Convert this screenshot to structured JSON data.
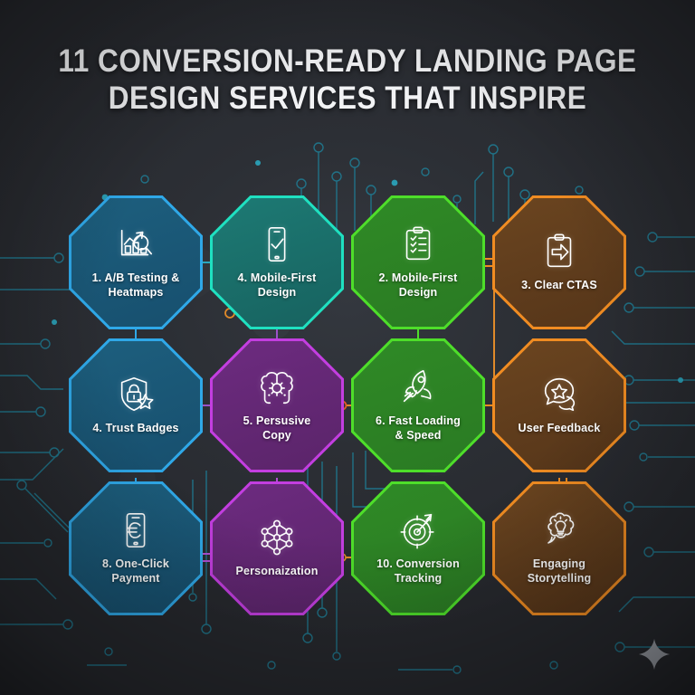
{
  "title": {
    "line1": "11 Conversion-Ready Landing Page",
    "line2": "Design Services That Inspire"
  },
  "theme": {
    "background": "#2c2f35",
    "title_color": "#f2f3f5",
    "circuit_teal": "#1f7e96",
    "circuit_cyan": "#2aa7bf",
    "accent_orange": "#e08a2a"
  },
  "palette": {
    "blue": {
      "border": "#2fa8e8",
      "fill_top": "#1d5f7e",
      "fill_bottom": "#174f6e",
      "glow": "#2fa8e8"
    },
    "teal": {
      "border": "#1fe0c0",
      "fill_top": "#1d7a74",
      "fill_bottom": "#17625f",
      "glow": "#1fe0c0"
    },
    "green": {
      "border": "#4ede2a",
      "fill_top": "#2f8a26",
      "fill_bottom": "#2a7a23",
      "glow": "#4ede2a"
    },
    "orange": {
      "border": "#f08c22",
      "fill_top": "#6b4520",
      "fill_bottom": "#553519",
      "glow": "#f08c22"
    },
    "purple": {
      "border": "#c33ee0",
      "fill_top": "#6d2b80",
      "fill_bottom": "#5a2469",
      "glow": "#c33ee0"
    }
  },
  "nodes": [
    {
      "id": "ab-testing-heatmaps",
      "label": "1. A/B Testing &\nHeatmaps",
      "color": "blue",
      "icon": "chart-magnifier-icon",
      "col": 0,
      "row": 0
    },
    {
      "id": "mobile-first-design-4",
      "label": "4. Mobile-First\nDesign",
      "color": "teal",
      "icon": "phone-check-icon",
      "col": 1,
      "row": 0
    },
    {
      "id": "mobile-first-design-2",
      "label": "2. Mobile-First\nDesign",
      "color": "green",
      "icon": "clipboard-checklist-icon",
      "col": 2,
      "row": 0
    },
    {
      "id": "clear-ctas",
      "label": "3. Clear CTAS",
      "color": "orange",
      "icon": "clipboard-arrow-icon",
      "col": 3,
      "row": 0
    },
    {
      "id": "trust-badges",
      "label": "4. Trust Badges",
      "color": "blue",
      "icon": "shield-lock-star-icon",
      "col": 0,
      "row": 1
    },
    {
      "id": "persusive-copy",
      "label": "5. Persusive\nCopy",
      "color": "purple",
      "icon": "brain-gear-icon",
      "col": 1,
      "row": 1
    },
    {
      "id": "fast-loading",
      "label": "6. Fast Loading\n& Speed",
      "color": "green",
      "icon": "rocket-icon",
      "col": 2,
      "row": 1
    },
    {
      "id": "user-feedback",
      "label": "User Feedback",
      "color": "orange",
      "icon": "chat-star-icon",
      "col": 3,
      "row": 1
    },
    {
      "id": "one-click-payment",
      "label": "8. One-Click\nPayment",
      "color": "blue",
      "icon": "phone-euro-icon",
      "col": 0,
      "row": 2
    },
    {
      "id": "personaization",
      "label": "Personaization",
      "color": "purple",
      "icon": "network-nodes-icon",
      "col": 1,
      "row": 2
    },
    {
      "id": "conversion-tracking",
      "label": "10. Conversion\nTracking",
      "color": "green",
      "icon": "target-arrow-icon",
      "col": 2,
      "row": 2
    },
    {
      "id": "engaging-storytelling",
      "label": "Engaging\nStorytelling",
      "color": "orange",
      "icon": "bulb-thought-icon",
      "col": 3,
      "row": 2
    }
  ],
  "watermark": {
    "icon": "sparkle-icon",
    "color": "#9a9ea6"
  }
}
